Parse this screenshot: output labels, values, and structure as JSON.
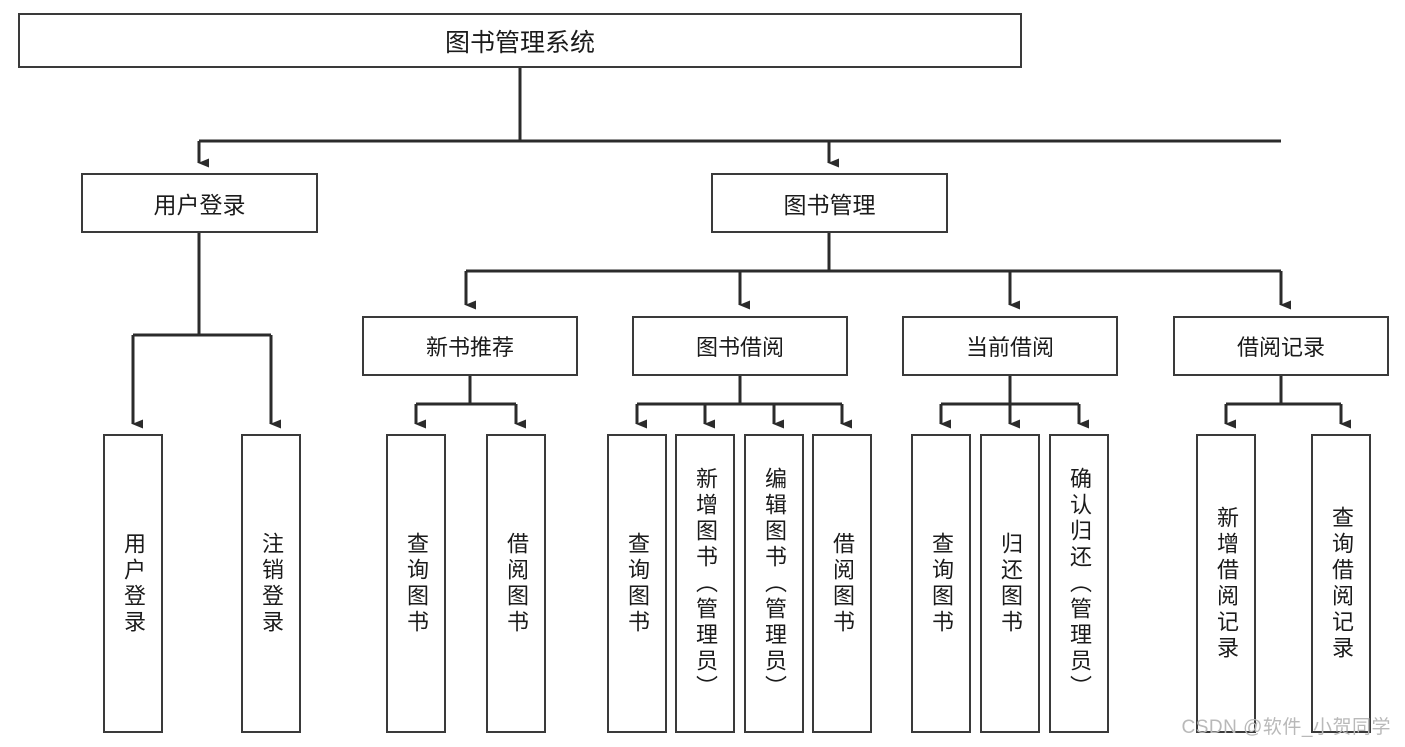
{
  "diagram": {
    "title": "图书管理系统",
    "type": "hierarchy-tree",
    "watermark": "CSDN @软件_小贺同学",
    "colors": {
      "box_border": "#3a3a3a",
      "box_fill": "#ffffff",
      "connector": "#2b2b2b",
      "text": "#1b1b1b",
      "watermark": "#b9b9b9"
    },
    "nodes": {
      "root": {
        "label": "图书管理系统"
      },
      "level2": [
        {
          "id": "user-login",
          "label": "用户登录"
        },
        {
          "id": "book-manage",
          "label": "图书管理"
        }
      ],
      "level3": [
        {
          "id": "new-book-recommend",
          "label": "新书推荐"
        },
        {
          "id": "book-borrow",
          "label": "图书借阅"
        },
        {
          "id": "current-borrow",
          "label": "当前借阅"
        },
        {
          "id": "borrow-record",
          "label": "借阅记录"
        }
      ],
      "leaves": {
        "user-login": [
          {
            "id": "leaf-user-login",
            "label": "用户登录"
          },
          {
            "id": "leaf-logout",
            "label": "注销登录"
          }
        ],
        "new-book-recommend": [
          {
            "id": "leaf-query-book-1",
            "label": "查询图书"
          },
          {
            "id": "leaf-borrow-book-1",
            "label": "借阅图书"
          }
        ],
        "book-borrow": [
          {
            "id": "leaf-query-book-2",
            "label": "查询图书"
          },
          {
            "id": "leaf-add-book",
            "label": "新增图书（管理员）"
          },
          {
            "id": "leaf-edit-book",
            "label": "编辑图书（管理员）"
          },
          {
            "id": "leaf-borrow-book-2",
            "label": "借阅图书"
          }
        ],
        "current-borrow": [
          {
            "id": "leaf-query-book-3",
            "label": "查询图书"
          },
          {
            "id": "leaf-return-book",
            "label": "归还图书"
          },
          {
            "id": "leaf-confirm-return",
            "label": "确认归还（管理员）"
          }
        ],
        "borrow-record": [
          {
            "id": "leaf-add-record",
            "label": "新增借阅记录"
          },
          {
            "id": "leaf-query-record",
            "label": "查询借阅记录"
          }
        ]
      }
    }
  }
}
